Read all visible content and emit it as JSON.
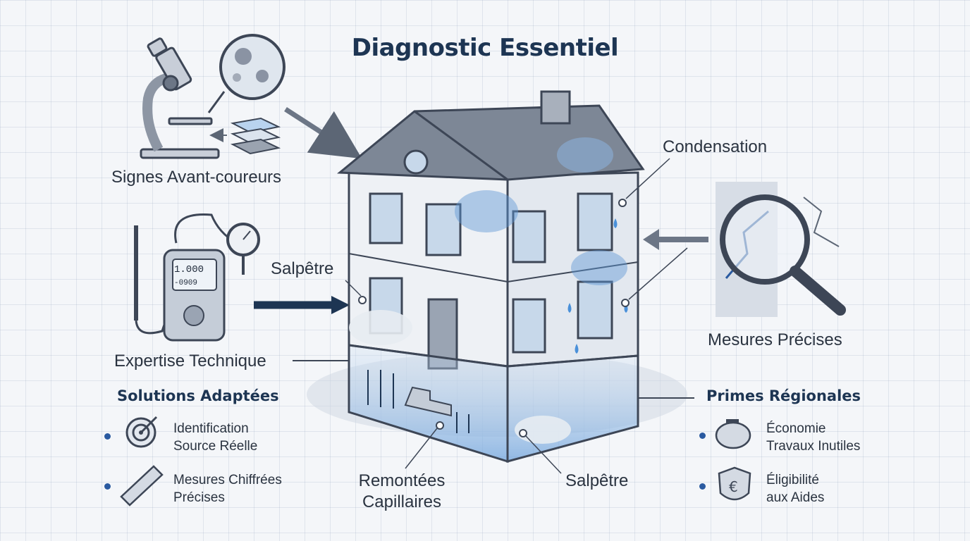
{
  "title": "Diagnostic Essentiel",
  "labels": {
    "signes": "Signes Avant-coureurs",
    "expertise": "Expertise Technique",
    "salpetre_top": "Salpêtre",
    "condensation": "Condensation",
    "mesures": "Mesures Précises",
    "remontees_1": "Remontées",
    "remontees_2": "Capillaires",
    "salpetre_bottom": "Salpêtre"
  },
  "meter_display": {
    "line1": "1.000",
    "line2": "-0909"
  },
  "solutions": {
    "heading": "Solutions Adaptées",
    "items": [
      {
        "icon": "target-icon",
        "line1": "Identification",
        "line2": "Source Réelle"
      },
      {
        "icon": "ruler-icon",
        "line1": "Mesures Chiffrées",
        "line2": "Précises"
      }
    ]
  },
  "primes": {
    "heading": "Primes Régionales",
    "items": [
      {
        "icon": "piggy-bank-icon",
        "line1": "Économie",
        "line2": "Travaux Inutiles"
      },
      {
        "icon": "euro-shield-icon",
        "line1": "Éligibilité",
        "line2": "aux Aides"
      }
    ]
  },
  "colors": {
    "accent": "#1d3553",
    "water": "#4a90d9",
    "bullet": "#2a5aa0"
  }
}
